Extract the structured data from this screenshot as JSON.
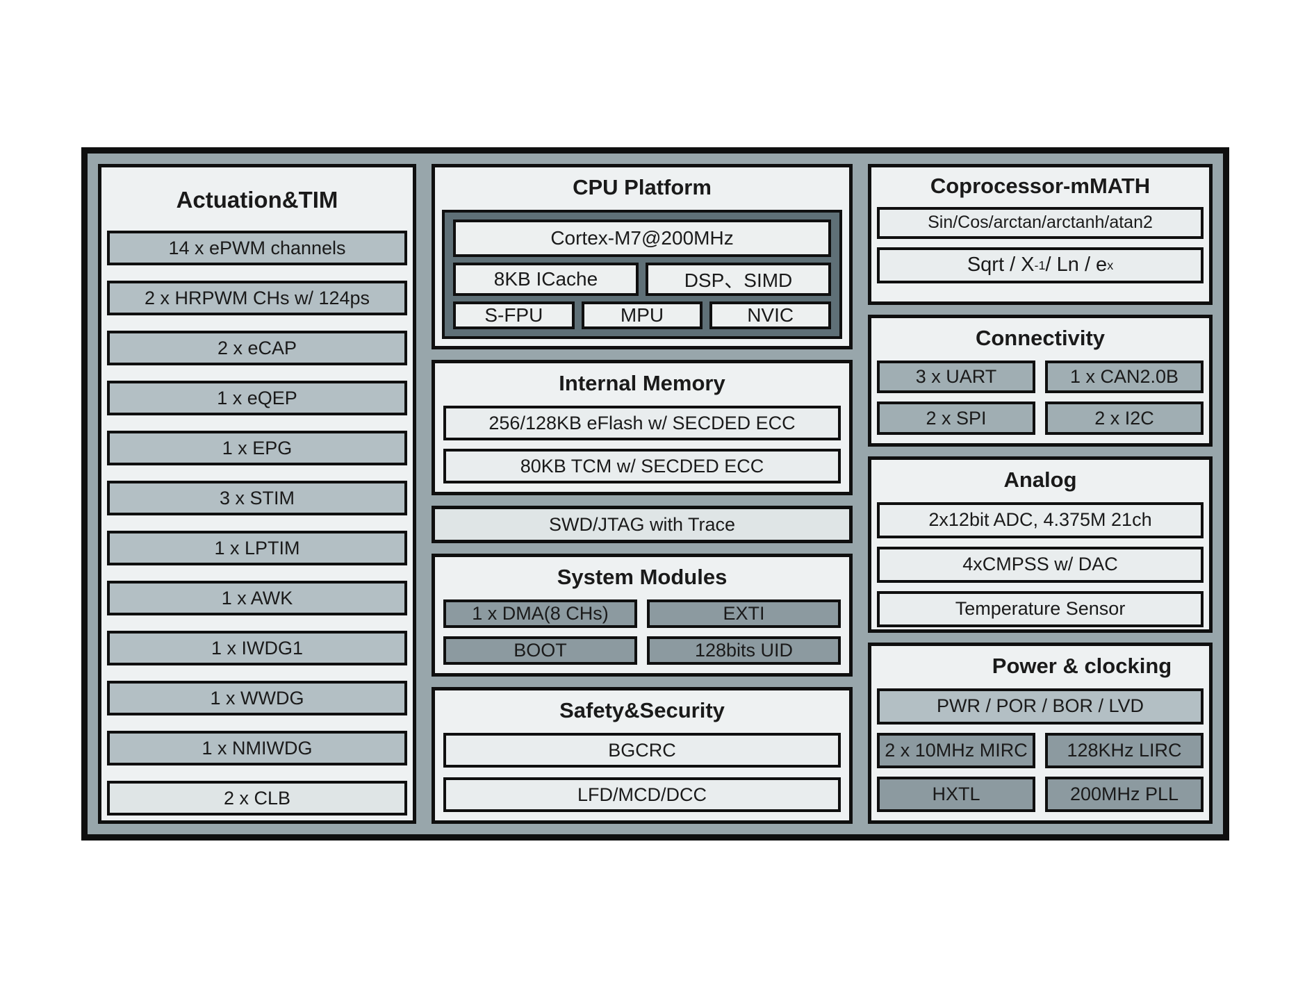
{
  "colors": {
    "canvas_bg": "#ffffff",
    "frame_fill": "#98a6ab",
    "line": "#0f0f0f",
    "panel_bg": "#eef1f2",
    "row_mid": "#b3bfc4",
    "row_light": "#e9edee",
    "row_lighter": "#dfe5e6",
    "cell_dark": "#8c9aa0",
    "cell_mid": "#a0aeb3",
    "cpu_inner": "#5f7077",
    "cpu_box": "#edf0f0",
    "text": "#1a1a1a"
  },
  "left_panel": {
    "title": "Actuation&TIM",
    "rows": [
      "14 x ePWM channels",
      "2 x HRPWM CHs w/ 124ps",
      "2 x eCAP",
      "1 x eQEP",
      "1 x EPG",
      "3 x STIM",
      "1 x LPTIM",
      "1 x AWK",
      "1 x IWDG1",
      "1 x WWDG",
      "1 x NMIWDG",
      "2 x CLB"
    ]
  },
  "cpu_platform": {
    "title": "CPU Platform",
    "core": "Cortex-M7@200MHz",
    "row2": [
      "8KB ICache",
      "DSP、SIMD"
    ],
    "row3": [
      "S-FPU",
      "MPU",
      "NVIC"
    ]
  },
  "internal_memory": {
    "title": "Internal Memory",
    "rows": [
      "256/128KB eFlash w/ SECDED ECC",
      "80KB TCM w/ SECDED ECC"
    ]
  },
  "debug_bar": {
    "label": "SWD/JTAG with Trace"
  },
  "system_modules": {
    "title": "System Modules",
    "cells": [
      "1 x DMA(8 CHs)",
      "EXTI",
      "BOOT",
      "128bits UID"
    ]
  },
  "safety_security": {
    "title": "Safety&Security",
    "rows": [
      "BGCRC",
      "LFD/MCD/DCC"
    ]
  },
  "coprocessor": {
    "title": "Coprocessor-mMATH",
    "functions_row": "Sin/Cos/arctan/arctanh/atan2",
    "math_row": {
      "t1": "Sqrt / X",
      "sup1": "-1",
      "t2": " / Ln / e",
      "sup2": "x"
    }
  },
  "connectivity": {
    "title": "Connectivity",
    "cells": [
      "3 x UART",
      "1 x CAN2.0B",
      "2 x SPI",
      "2 x I2C"
    ]
  },
  "analog": {
    "title": "Analog",
    "rows": [
      "2x12bit ADC, 4.375M 21ch",
      "4xCMPSS w/ DAC",
      "Temperature Sensor"
    ]
  },
  "power_clocking": {
    "title": "Power & clocking",
    "full_row": "PWR / POR / BOR / LVD",
    "cells": [
      "2 x 10MHz MIRC",
      "128KHz LIRC",
      "HXTL",
      "200MHz PLL"
    ]
  }
}
